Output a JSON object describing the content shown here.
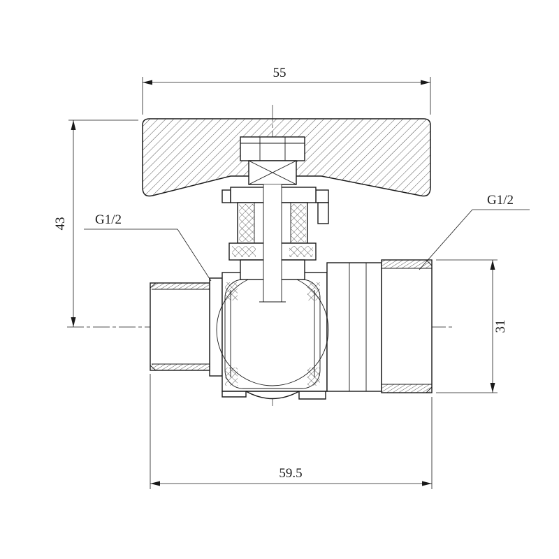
{
  "page": {
    "background": "#ffffff",
    "line_color": "#1a1a1a"
  },
  "drawing": {
    "type": "technical-drawing",
    "subject": "ball-valve-with-butterfly-handle-section-view"
  },
  "dimensions": {
    "top_width": "55",
    "left_height": "43",
    "right_height": "31",
    "bottom_width": "59.5"
  },
  "port_labels": {
    "left": "G1/2",
    "right": "G1/2"
  }
}
